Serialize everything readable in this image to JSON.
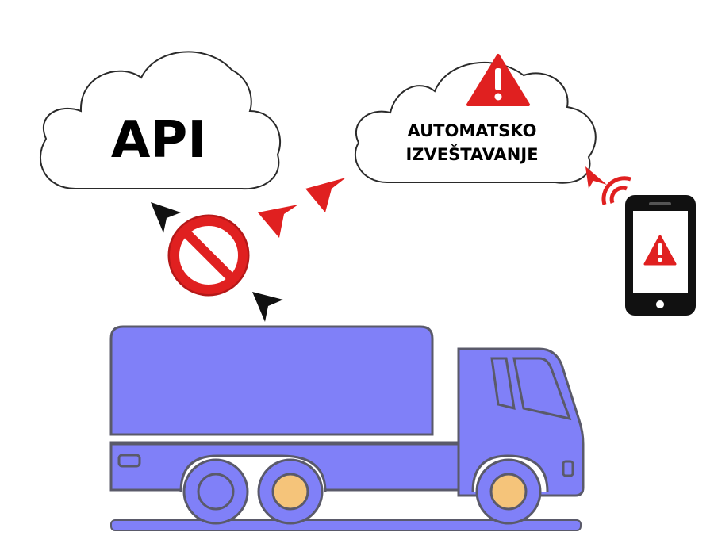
{
  "api_cloud": {
    "label": "API"
  },
  "report_cloud": {
    "line1": "AUTOMATSKO",
    "line2": "IZVEŠTAVANJE"
  },
  "icons": {
    "warning": "warning-triangle-icon",
    "prohibited": "prohibited-icon",
    "phone": "smartphone-icon",
    "signal": "wireless-signal-icon",
    "truck": "truck-icon"
  },
  "colors": {
    "truck_fill": "#8080f8",
    "truck_stroke": "#5a5a6a",
    "wheel_hub": "#f5c47a",
    "alert_red": "#e02020",
    "arrow_black": "#111111",
    "cloud_stroke": "#2a2a2a"
  }
}
